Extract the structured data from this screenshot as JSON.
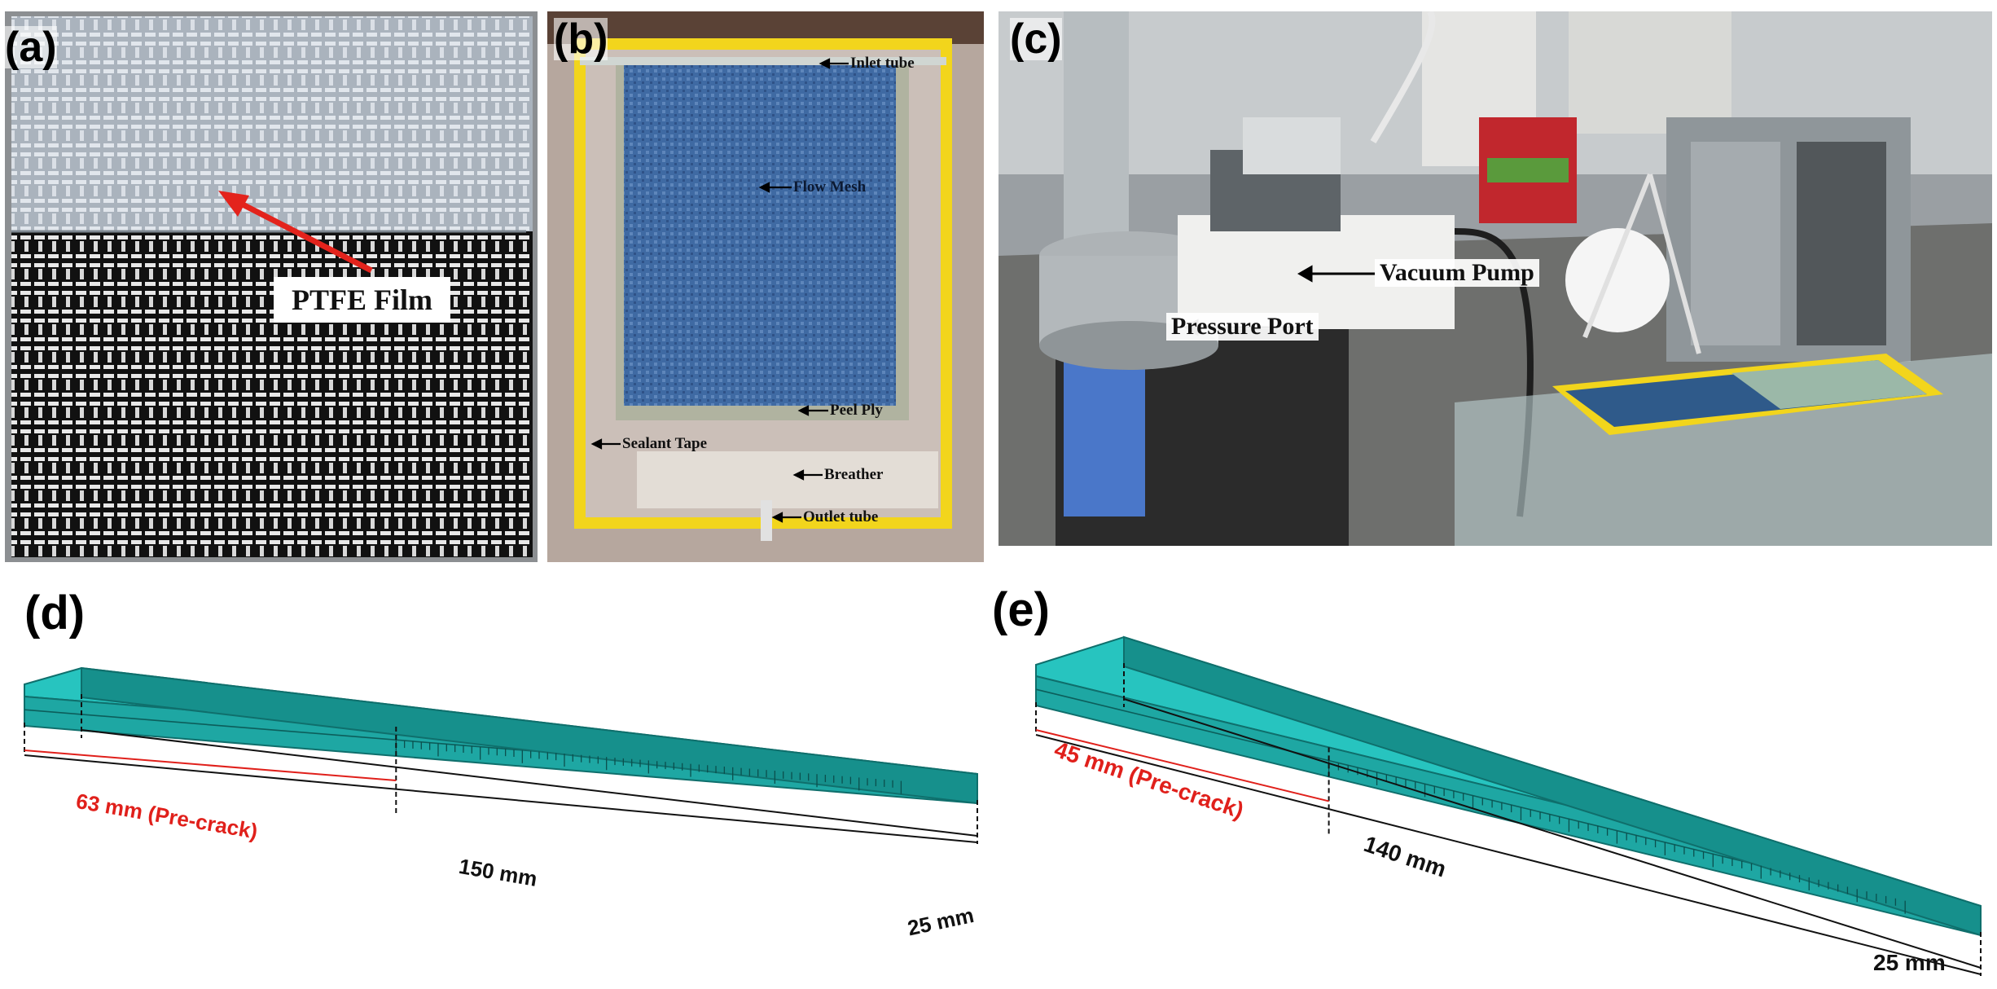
{
  "panels": {
    "a": {
      "label": "(a)",
      "annotation": "PTFE Film"
    },
    "b": {
      "label": "(b)",
      "callouts": [
        "Inlet tube",
        "Flow Mesh",
        "Peel Ply",
        "Sealant Tape",
        "Breather",
        "Outlet tube"
      ]
    },
    "c": {
      "label": "(c)",
      "callouts": [
        "Vacuum Pump",
        "Pressure Port"
      ]
    },
    "d": {
      "label": "(d)",
      "precrack": "63 mm (Pre-crack)",
      "length": "150 mm",
      "width": "25 mm"
    },
    "e": {
      "label": "(e)",
      "precrack": "45 mm (Pre-crack)",
      "length": "140 mm",
      "width": "25 mm"
    }
  },
  "colors": {
    "beam_top": "#27c4bf",
    "beam_side": "#1ea7a3",
    "beam_end": "#16908c",
    "arrow_red": "#e3231c",
    "precrack_red": "#e0201b",
    "tape_yellow": "#f2d51c",
    "mesh_blue": "#3f6aa3"
  },
  "icons": [
    "arrow-icon",
    "dimension-line-icon"
  ]
}
